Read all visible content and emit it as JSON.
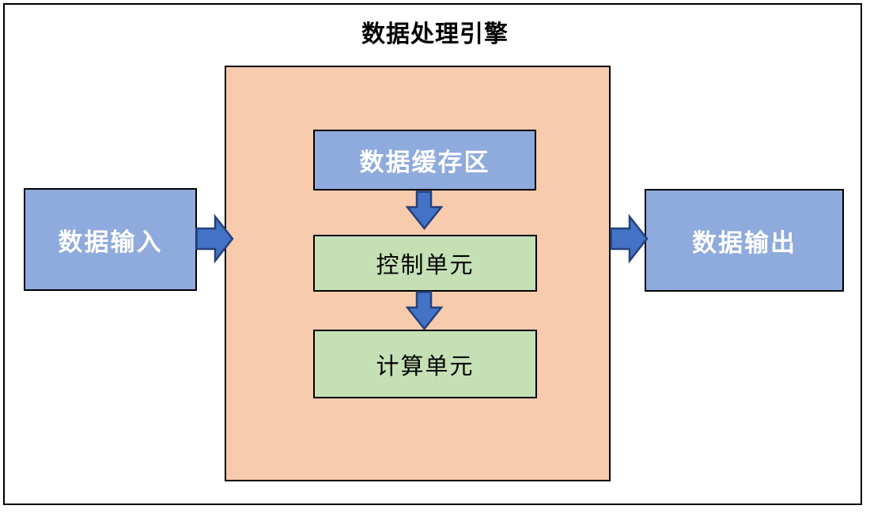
{
  "diagram": {
    "title": "数据处理引擎",
    "nodes": {
      "input": "数据输入",
      "buffer": "数据缓存区",
      "control": "控制单元",
      "compute": "计算单元",
      "output": "数据输出"
    },
    "arrows": {
      "input_to_engine": "right",
      "buffer_to_control": "down",
      "control_to_compute": "down",
      "engine_to_output": "right"
    }
  },
  "colors": {
    "node_blue": "#8FAADC",
    "container_orange": "#F8CBAD",
    "node_green": "#C5E0B4",
    "arrow_fill": "#4472C4",
    "arrow_stroke": "#24417C",
    "border": "#000000",
    "background": "#FFFFFF",
    "blue_node_text": "#FFFFFF",
    "green_node_text": "#000000",
    "title_text": "#000000"
  }
}
